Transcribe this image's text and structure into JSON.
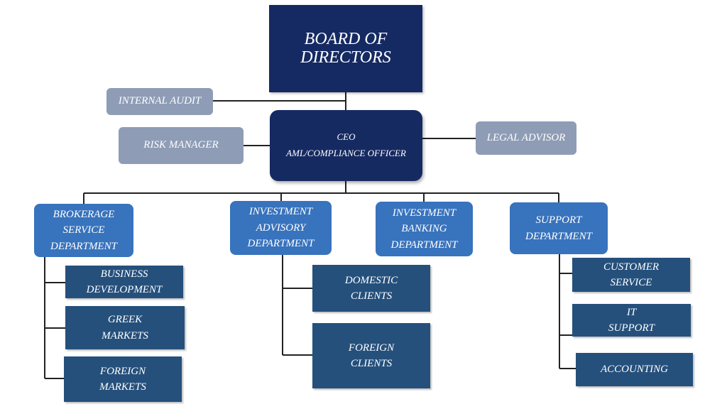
{
  "board": {
    "label": "BOARD OF\nDIRECTORS"
  },
  "ceo": {
    "label": "CEO\nAML/COMPLIANCE OFFICER"
  },
  "internal_audit": {
    "label": "INTERNAL AUDIT"
  },
  "risk_manager": {
    "label": "RISK MANAGER"
  },
  "legal_advisor": {
    "label": "LEGAL ADVISOR"
  },
  "departments": [
    {
      "label": "BROKERAGE\nSERVICE\nDEPARTMENT"
    },
    {
      "label": "INVESTMENT\nADVISORY\nDEPARTMENT"
    },
    {
      "label": "INVESTMENT\nBANKING\nDEPARTMENT"
    },
    {
      "label": "SUPPORT\nDEPARTMENT"
    }
  ],
  "brokerage_units": [
    {
      "label": "BUSINESS\nDEVELOPMENT"
    },
    {
      "label": "GREEK\nMARKETS"
    },
    {
      "label": "FOREIGN\nMARKETS"
    }
  ],
  "advisory_units": [
    {
      "label": "DOMESTIC\nCLIENTS"
    },
    {
      "label": "FOREIGN\nCLIENTS"
    }
  ],
  "support_units": [
    {
      "label": "CUSTOMER\nSERVICE"
    },
    {
      "label": "IT\nSUPPORT"
    },
    {
      "label": "ACCOUNTING"
    }
  ]
}
